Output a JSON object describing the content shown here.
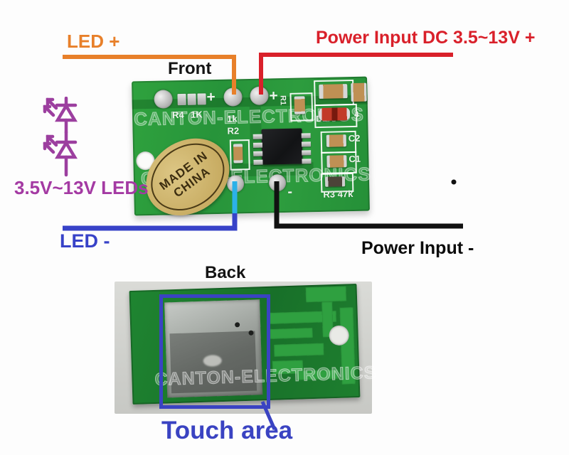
{
  "annotations": {
    "led_plus": "LED +",
    "power_input_plus": "Power Input DC 3.5~13V +",
    "front_label": "Front",
    "leds_voltage": "3.5V~13V LEDs",
    "led_minus": "LED -",
    "power_input_minus": "Power Input -",
    "back_label": "Back",
    "touch_area": "Touch area"
  },
  "colors": {
    "led_plus_wire": "#e8802a",
    "power_plus_wire": "#d9202a",
    "led_minus_wire": "#3742c8",
    "board_tap_wire": "#2cb1e8",
    "power_minus_wire": "#111111",
    "led_symbol": "#9c3f9f",
    "touch_outline": "#3a43c2",
    "pcb_front_green": "#2b9c3a",
    "pcb_back_green": "#1d7e2e"
  },
  "pcb_front": {
    "watermark": "CANTON-ELECTRONICS",
    "sticker_line1": "MADE IN",
    "sticker_line2": "CHINA",
    "silkscreen": {
      "plus_left": "+",
      "plus_right": "+",
      "r1": "R1",
      "r4": "R4",
      "c1k": "1K",
      "k1": "1k",
      "r2": "R2",
      "d1": "D1",
      "n4": "4",
      "c2": "C2",
      "c1": "C1",
      "r3": "R3 47k",
      "minus": "-"
    }
  },
  "pcb_back": {
    "watermark": "CANTON-ELECTRONICS"
  }
}
